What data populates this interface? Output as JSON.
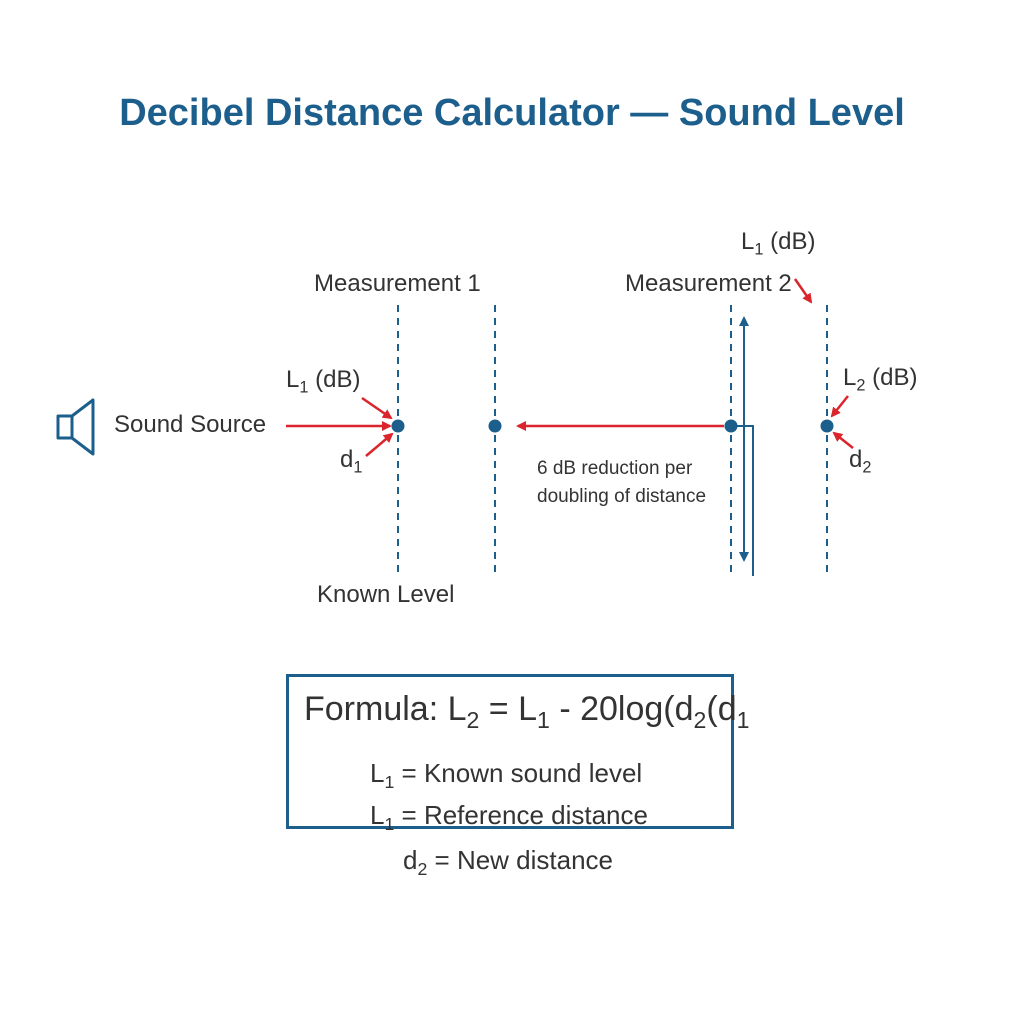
{
  "title": "Decibel Distance Calculator — Sound Level",
  "labels": {
    "measurement1": "Measurement 1",
    "measurement2": "Measurement 2",
    "sound_source": "Sound Source",
    "known_level": "Known Level",
    "l1_top": {
      "sym": "L",
      "sub": "1",
      "unit": "(dB)"
    },
    "l1_left": {
      "sym": "L",
      "sub": "1",
      "unit": "(dB)"
    },
    "d1": {
      "sym": "d",
      "sub": "1"
    },
    "l2": {
      "sym": "L",
      "sub": "2",
      "unit": "(dB)"
    },
    "d2": {
      "sym": "d",
      "sub": "2"
    },
    "reduction_line1": "6 dB reduction per",
    "reduction_line2": "doubling of distance"
  },
  "formula": {
    "prefix": "Formula: L",
    "sub_a": "2",
    "mid": " = L",
    "sub_b": "1",
    "mid2": " - 20log(d",
    "sub_c": "2",
    "mid3": "(d",
    "sub_d": "1"
  },
  "legend": [
    {
      "sym": "L",
      "sub": "1",
      "text": " = Known sound level"
    },
    {
      "sym": "L",
      "sub": "1",
      "text": " = Reference distance"
    },
    {
      "sym": "d",
      "sub": "2",
      "text": " = New distance"
    }
  ],
  "icons": {
    "speaker": "speaker-icon"
  },
  "colors": {
    "primary": "#1d5f8c",
    "arrow": "#d9252b",
    "text": "#333333"
  }
}
